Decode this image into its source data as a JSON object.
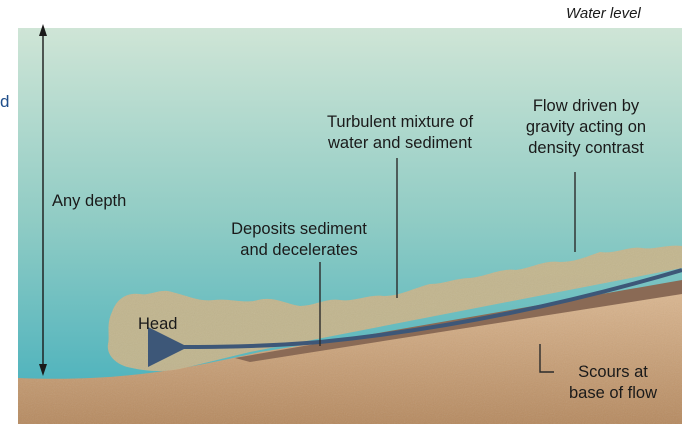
{
  "labels": {
    "water_level": "Water level",
    "any_depth": "Any depth",
    "turbulent": [
      "Turbulent mixture of",
      "water and sediment"
    ],
    "flow_driven": [
      "Flow driven by",
      "gravity acting on",
      "density contrast"
    ],
    "deposits": [
      "Deposits sediment",
      "and decelerates"
    ],
    "head": "Head",
    "scours": [
      "Scours at",
      "base of flow"
    ],
    "edge_fragment": "d"
  },
  "colors": {
    "water_top": "#cfe5d6",
    "water_mid": "#8ecbc4",
    "water_bottom": "#4fb3bd",
    "sediment_cloud": "#c9b48a",
    "seafloor_top": "#d9b48e",
    "seafloor_bottom": "#b98d63",
    "bed_layer": "#8a6a55",
    "flow_arrow": "#3d5778",
    "leader_lines": "#2b2b2b"
  }
}
